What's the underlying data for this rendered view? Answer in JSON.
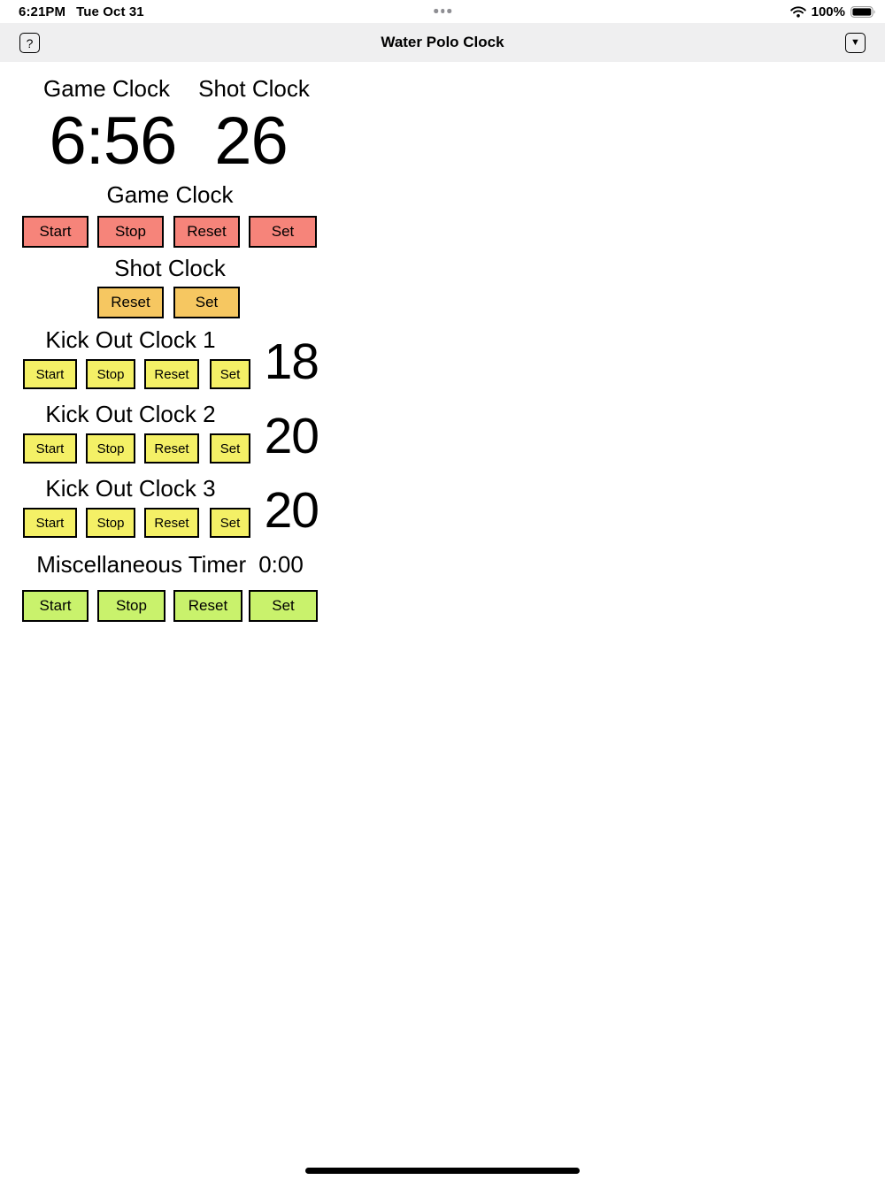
{
  "status_bar": {
    "time": "6:21PM",
    "date": "Tue Oct 31",
    "battery_percent": "100%"
  },
  "nav_bar": {
    "title": "Water Polo Clock",
    "help_icon": "?",
    "dropdown_icon": "▼"
  },
  "display": {
    "game_clock_label": "Game Clock",
    "game_clock_value": "6:56",
    "shot_clock_label": "Shot Clock",
    "shot_clock_value": "26"
  },
  "game_clock": {
    "title": "Game Clock",
    "buttons": {
      "start": "Start",
      "stop": "Stop",
      "reset": "Reset",
      "set": "Set"
    }
  },
  "shot_clock": {
    "title": "Shot Clock",
    "buttons": {
      "reset": "Reset",
      "set": "Set"
    }
  },
  "kick_out_clocks": [
    {
      "title": "Kick Out Clock 1",
      "value": "18",
      "buttons": {
        "start": "Start",
        "stop": "Stop",
        "reset": "Reset",
        "set": "Set"
      }
    },
    {
      "title": "Kick Out Clock 2",
      "value": "20",
      "buttons": {
        "start": "Start",
        "stop": "Stop",
        "reset": "Reset",
        "set": "Set"
      }
    },
    {
      "title": "Kick Out Clock 3",
      "value": "20",
      "buttons": {
        "start": "Start",
        "stop": "Stop",
        "reset": "Reset",
        "set": "Set"
      }
    }
  ],
  "misc_timer": {
    "title": "Miscellaneous Timer",
    "value": "0:00",
    "buttons": {
      "start": "Start",
      "stop": "Stop",
      "reset": "Reset",
      "set": "Set"
    }
  },
  "colors": {
    "game_clock_button": "#F6847A",
    "shot_clock_button": "#F6C761",
    "kick_out_button": "#F4F066",
    "misc_timer_button": "#C9F26C",
    "nav_bar_bg": "#EFEFF0",
    "status_dots": "#8E8E93"
  }
}
